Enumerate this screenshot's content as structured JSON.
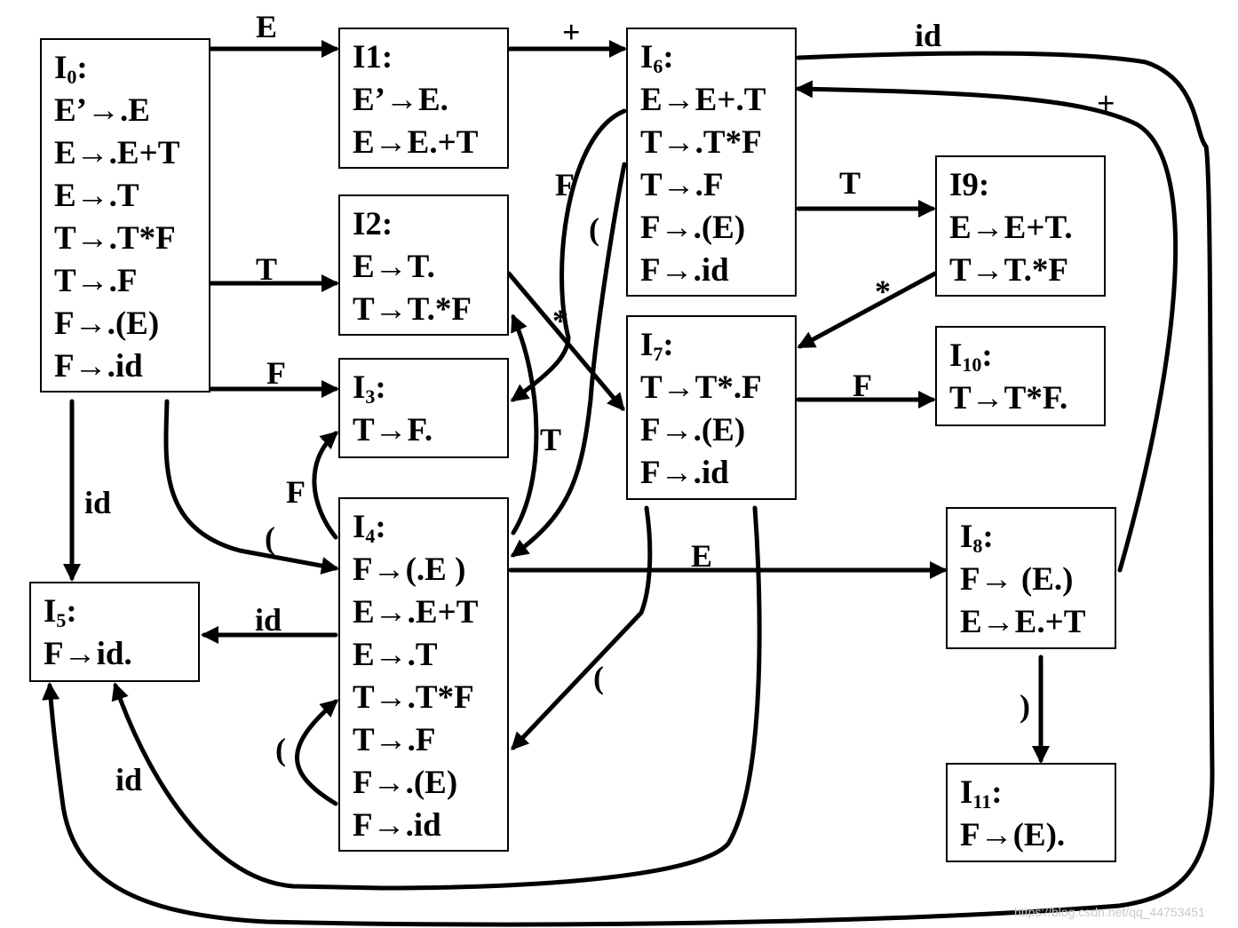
{
  "states": [
    {
      "id": "I0",
      "head": "I",
      "sub": "0",
      "colon": ":",
      "lines": [
        "E’→.E",
        "E→.E+T",
        "E→.T",
        "T→.T*F",
        "T→.F",
        "F→.(E)",
        "F→.id"
      ]
    },
    {
      "id": "I1",
      "head": "I1",
      "sub": "",
      "colon": ":",
      "lines": [
        "E’→E.",
        "E→E.+T"
      ]
    },
    {
      "id": "I2",
      "head": "I2",
      "sub": "",
      "colon": ":",
      "lines": [
        "E→T.",
        "T→T.*F"
      ]
    },
    {
      "id": "I3",
      "head": "I",
      "sub": "3",
      "colon": ":",
      "lines": [
        "T→F."
      ]
    },
    {
      "id": "I4",
      "head": "I",
      "sub": "4",
      "colon": ":",
      "lines": [
        "F→(.E )",
        "E→.E+T",
        "E→.T",
        "T→.T*F",
        "T→.F",
        "F→.(E)",
        "F→.id"
      ]
    },
    {
      "id": "I5",
      "head": "I",
      "sub": "5",
      "colon": ":",
      "lines": [
        "F→id."
      ]
    },
    {
      "id": "I6",
      "head": "I",
      "sub": "6",
      "colon": ":",
      "lines": [
        "E→E+.T",
        "T→.T*F",
        "T→.F",
        "F→.(E)",
        "F→.id"
      ]
    },
    {
      "id": "I7",
      "head": "I",
      "sub": "7",
      "colon": ":",
      "lines": [
        "T→T*.F",
        "F→.(E)",
        "F→.id"
      ]
    },
    {
      "id": "I8",
      "head": "I",
      "sub": "8",
      "colon": ":",
      "lines": [
        "F→ (E.)",
        "E→E.+T"
      ]
    },
    {
      "id": "I9",
      "head": "I9",
      "sub": "",
      "colon": ":",
      "lines": [
        "E→E+T.",
        "T→T.*F"
      ]
    },
    {
      "id": "I10",
      "head": "I",
      "sub": "10",
      "colon": ":",
      "lines": [
        "T→T*F."
      ]
    },
    {
      "id": "I11",
      "head": "I",
      "sub": "11",
      "colon": ":",
      "lines": [
        "F→(E)."
      ]
    }
  ],
  "transitions": [
    {
      "id": "I0-I1",
      "from": "I0",
      "to": "I1",
      "label": "E"
    },
    {
      "id": "I0-I2",
      "from": "I0",
      "to": "I2",
      "label": "T"
    },
    {
      "id": "I0-I3",
      "from": "I0",
      "to": "I3",
      "label": "F"
    },
    {
      "id": "I0-I5",
      "from": "I0",
      "to": "I5",
      "label": "id"
    },
    {
      "id": "I0-I4",
      "from": "I0",
      "to": "I4",
      "label": "("
    },
    {
      "id": "I1-I6",
      "from": "I1",
      "to": "I6",
      "label": "+"
    },
    {
      "id": "I2-I7",
      "from": "I2",
      "to": "I7",
      "label": "*"
    },
    {
      "id": "I4-I3",
      "from": "I4",
      "to": "I3",
      "label": "F"
    },
    {
      "id": "I4-I5",
      "from": "I4",
      "to": "I5",
      "label": "id"
    },
    {
      "id": "I4-I8",
      "from": "I4",
      "to": "I8",
      "label": "E"
    },
    {
      "id": "I4-I2",
      "from": "I4",
      "to": "I2",
      "label": "T"
    },
    {
      "id": "I4-I4",
      "from": "I4",
      "to": "I4",
      "label": "("
    },
    {
      "id": "I6-I9",
      "from": "I6",
      "to": "I9",
      "label": "T"
    },
    {
      "id": "I6-I3",
      "from": "I6",
      "to": "I3",
      "label": "F"
    },
    {
      "id": "I6-I4",
      "from": "I6",
      "to": "I4",
      "label": "("
    },
    {
      "id": "I6-I5",
      "from": "I6",
      "to": "I5",
      "label": "id"
    },
    {
      "id": "I7-I10",
      "from": "I7",
      "to": "I10",
      "label": "F"
    },
    {
      "id": "I7-I4",
      "from": "I7",
      "to": "I4",
      "label": "("
    },
    {
      "id": "I7-I5",
      "from": "I7",
      "to": "I5",
      "label": "id"
    },
    {
      "id": "I8-I11",
      "from": "I8",
      "to": "I11",
      "label": ")"
    },
    {
      "id": "I8-I6",
      "from": "I8",
      "to": "I6",
      "label": "+"
    },
    {
      "id": "I9-I7",
      "from": "I9",
      "to": "I7",
      "label": "*"
    }
  ],
  "watermark": "https://blog.csdn.net/qq_44753451"
}
